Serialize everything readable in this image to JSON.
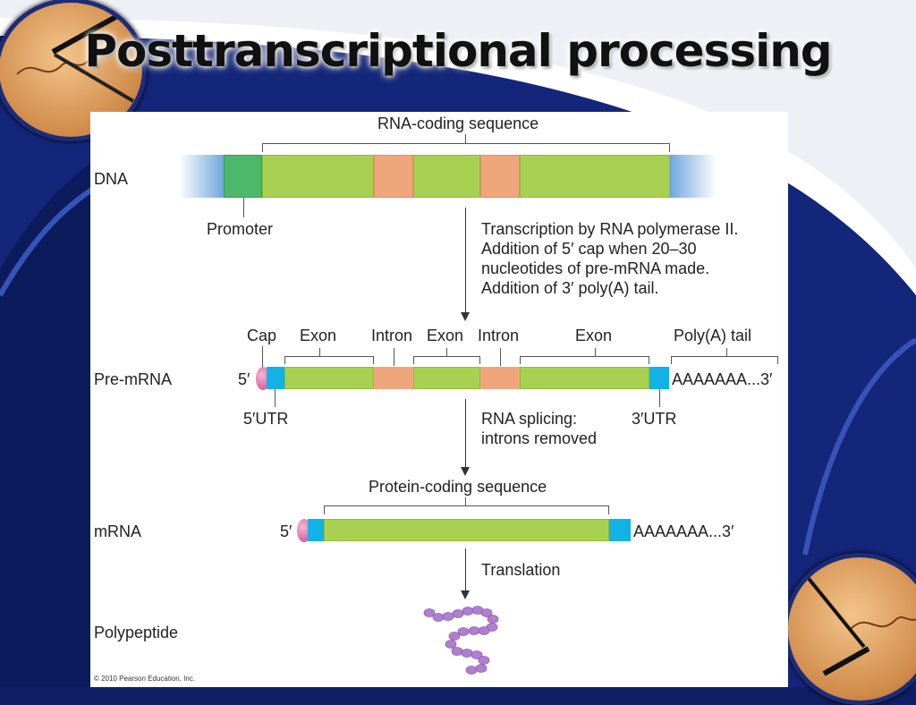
{
  "slide": {
    "title": "Posttranscriptional processing"
  },
  "diagram": {
    "rna_coding_label": "RNA-coding sequence",
    "rows": {
      "dna": "DNA",
      "pre_mrna": "Pre-mRNA",
      "mrna": "mRNA",
      "polypeptide": "Polypeptide"
    },
    "promoter": "Promoter",
    "transcription_note": [
      "Transcription by RNA polymerase II.",
      "Addition of 5′ cap when 20–30",
      "nucleotides of pre-mRNA made.",
      "Addition of 3′ poly(A) tail."
    ],
    "pre_labels": {
      "cap": "Cap",
      "exon1": "Exon",
      "intron1": "Intron",
      "exon2": "Exon",
      "intron2": "Intron",
      "exon3": "Exon",
      "polya": "Poly(A) tail"
    },
    "five_prime": "5′",
    "poly_a_seq": "AAAAAAA...3′",
    "utr5": "5′UTR",
    "utr3": "3′UTR",
    "splicing_note": [
      "RNA splicing:",
      "introns removed"
    ],
    "protein_coding_label": "Protein-coding sequence",
    "translation": "Translation",
    "copyright": "© 2010 Pearson Education, Inc.",
    "colors": {
      "exon": "#a8d152",
      "intron": "#f0a67c",
      "promoter": "#4db86a",
      "utr": "#12b1e6",
      "cap": "#d1508f",
      "dna_flank": "#6fa8dc",
      "polypeptide": "#b07fcf"
    }
  }
}
